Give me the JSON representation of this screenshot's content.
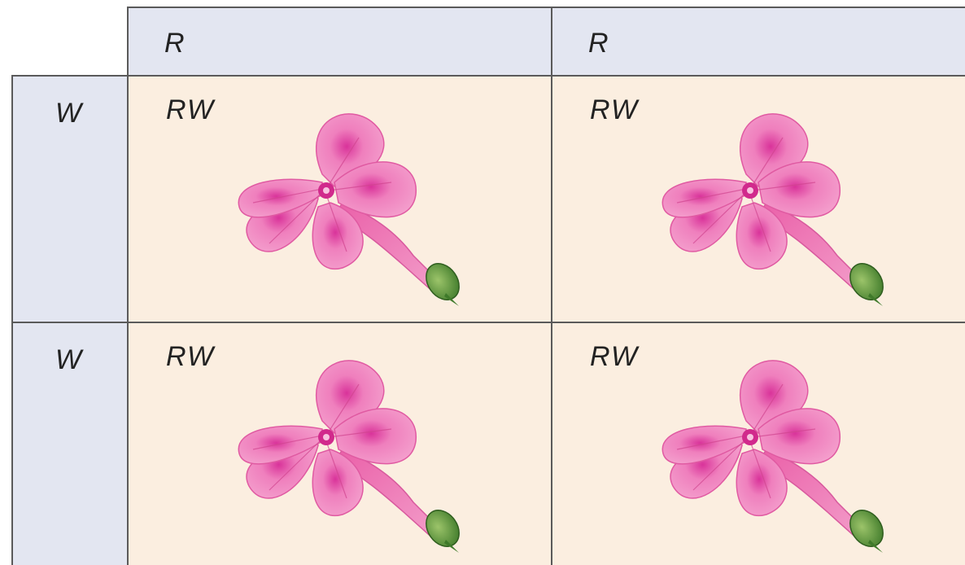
{
  "punnett_square": {
    "column_alleles": [
      "R",
      "R"
    ],
    "row_alleles": [
      "W",
      "W"
    ],
    "cells": [
      [
        "RW",
        "RW"
      ],
      [
        "RW",
        "RW"
      ]
    ],
    "flower_color": "#e873b4",
    "header_fill": "#e3e6f1",
    "cell_fill": "#fbeee0"
  }
}
